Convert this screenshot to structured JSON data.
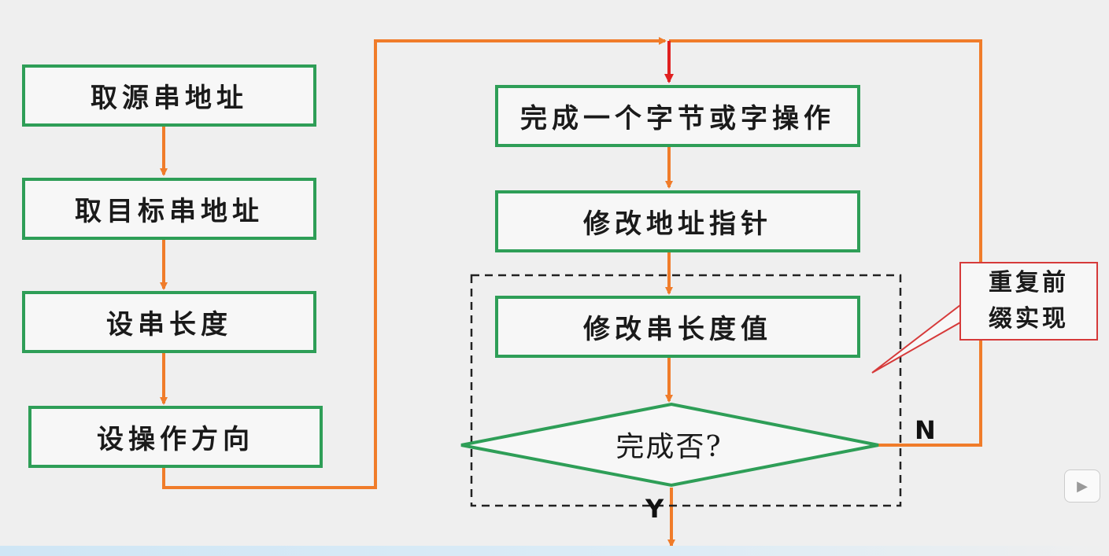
{
  "left_steps": [
    {
      "label": "取源串地址"
    },
    {
      "label": "取目标串地址"
    },
    {
      "label": "设串长度"
    },
    {
      "label": "设操作方向"
    }
  ],
  "right_steps": [
    {
      "label": "完成一个字节或字操作"
    },
    {
      "label": "修改地址指针"
    },
    {
      "label": "修改串长度值"
    }
  ],
  "decision": {
    "label": "完成否?",
    "yes_label": "Y",
    "no_label": "N"
  },
  "callout": {
    "line1": "重复前",
    "line2": "缀实现"
  },
  "colors": {
    "box_border": "#2e9e57",
    "arrow": "#f07c2a",
    "loop_arrow": "#e02020",
    "callout_border": "#d63a3a"
  },
  "icons": {
    "player_button": "play-icon"
  }
}
